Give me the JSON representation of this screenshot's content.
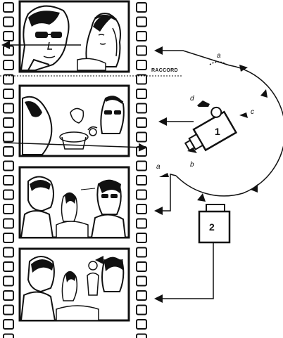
{
  "labels": {
    "a_top": "a",
    "a_left": "a",
    "b": "b",
    "c": "c",
    "d": "d",
    "raccord": "RACCORD",
    "camera_1": "1",
    "camera_2": "2"
  },
  "icons": [
    "camera-1-icon",
    "camera-2-icon",
    "arrow-icon",
    "film-strip"
  ],
  "colors": {
    "ink": "#111111",
    "paper": "#ffffff"
  }
}
